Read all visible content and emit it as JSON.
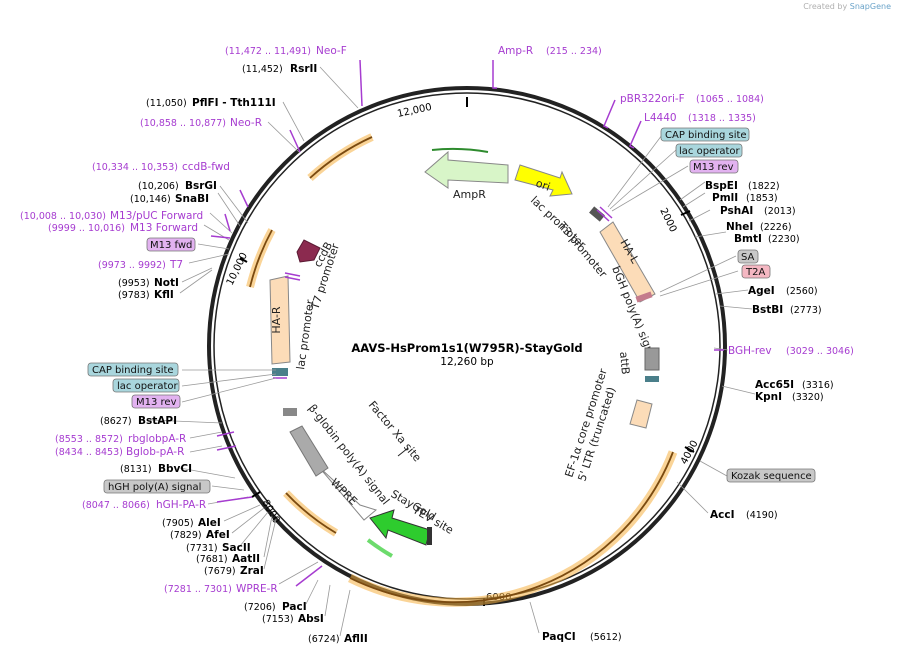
{
  "watermark": {
    "prefix": "Created by",
    "brand": "SnapGene"
  },
  "map": {
    "name": "AAVS-HsProm1s1(W795R)-StayGold",
    "length": "12,260 bp",
    "ticks": [
      "2000",
      "4000",
      "6000",
      "8000",
      "10,000",
      "12,000"
    ]
  },
  "enzymes": [
    {
      "name": "RsrII",
      "pos": "(11,452)"
    },
    {
      "name": "PflFI - Tth111I",
      "pos": "(11,050)"
    },
    {
      "name": "BsrGI",
      "pos": "(10,206)"
    },
    {
      "name": "SnaBI",
      "pos": "(10,146)"
    },
    {
      "name": "NotI",
      "pos": "(9953)"
    },
    {
      "name": "KflI",
      "pos": "(9783)"
    },
    {
      "name": "BstAPI",
      "pos": "(8627)"
    },
    {
      "name": "BbvCI",
      "pos": "(8131)"
    },
    {
      "name": "AleI",
      "pos": "(7905)"
    },
    {
      "name": "AfeI",
      "pos": "(7829)"
    },
    {
      "name": "SacII",
      "pos": "(7731)"
    },
    {
      "name": "AatII",
      "pos": "(7681)"
    },
    {
      "name": "ZraI",
      "pos": "(7679)"
    },
    {
      "name": "PacI",
      "pos": "(7206)"
    },
    {
      "name": "AbsI",
      "pos": "(7153)"
    },
    {
      "name": "AflII",
      "pos": "(6724)"
    },
    {
      "name": "PaqCI",
      "pos": "(5612)"
    },
    {
      "name": "AccI",
      "pos": "(4190)"
    },
    {
      "name": "Acc65I",
      "pos": "(3316)"
    },
    {
      "name": "KpnI",
      "pos": "(3320)"
    },
    {
      "name": "BstBI",
      "pos": "(2773)"
    },
    {
      "name": "AgeI",
      "pos": "(2560)"
    },
    {
      "name": "NheI",
      "pos": "(2226)"
    },
    {
      "name": "BmtI",
      "pos": "(2230)"
    },
    {
      "name": "BspEI",
      "pos": "(1822)"
    },
    {
      "name": "PmlI",
      "pos": "(1853)"
    },
    {
      "name": "PshAI",
      "pos": "(2013)"
    }
  ],
  "primers": [
    {
      "name": "Neo-F",
      "range": "(11,472 .. 11,491)"
    },
    {
      "name": "Neo-R",
      "range": "(10,858 .. 10,877)"
    },
    {
      "name": "ccdB-fwd",
      "range": "(10,334 .. 10,353)"
    },
    {
      "name": "M13/pUC Forward",
      "range": "(10,008 .. 10,030)"
    },
    {
      "name": "M13 Forward",
      "range": "(9999 .. 10,016)"
    },
    {
      "name": "T7",
      "range": "(9973 .. 9992)"
    },
    {
      "name": "rbglobpA-R",
      "range": "(8553 .. 8572)"
    },
    {
      "name": "Bglob-pA-R",
      "range": "(8434 .. 8453)"
    },
    {
      "name": "hGH-PA-R",
      "range": "(8047 .. 8066)"
    },
    {
      "name": "WPRE-R",
      "range": "(7281 .. 7301)"
    },
    {
      "name": "Amp-R",
      "range": "(215 .. 234)"
    },
    {
      "name": "pBR322ori-F",
      "range": "(1065 .. 1084)"
    },
    {
      "name": "L4440",
      "range": "(1318 .. 1335)"
    },
    {
      "name": "BGH-rev",
      "range": "(3029 .. 3046)"
    }
  ],
  "boxed_labels": {
    "left": [
      "M13 fwd",
      "CAP binding site",
      "lac operator",
      "M13 rev",
      "hGH poly(A) signal"
    ],
    "right": [
      "CAP binding site",
      "lac operator",
      "M13 rev",
      "SA",
      "T2A",
      "Kozak sequence"
    ]
  },
  "features": {
    "ampr": "AmpR",
    "ori": "ori",
    "lac_promoter_r": "lac promoter",
    "t3_promoter": "T3 promoter",
    "ha_l": "HA-L",
    "bgh": "bGH poly(A) signal",
    "attb": "attB",
    "ef1a": "EF-1α core promoter",
    "ltr": "5' LTR (truncated)",
    "staygold": "StayGold",
    "tev": "TEV site",
    "wpre": "WPRE",
    "bglobin": "β-globin poly(A) signal",
    "factor_xa": "Factor Xa site",
    "ha_r": "HA-R",
    "lac_promoter_l": "lac promoter",
    "t7_promoter": "T7 promoter",
    "ccdb": "ccdB"
  },
  "colors": {
    "backbone": "#222222",
    "primer": "#a63cd0",
    "orange_feature": "#f5b041",
    "amp_green": "#d8f5c8",
    "ori_yellow": "#ffff00",
    "homology_arm": "#fcdcb8",
    "ccdb": "#8b2a4f",
    "staygold": "#2ecc2e",
    "gray_feature": "#999999",
    "box_blue": "#a9d6dd",
    "box_purple": "#e2b2f0",
    "box_gray": "#c8c8c8",
    "box_pink": "#f4b7c2"
  }
}
